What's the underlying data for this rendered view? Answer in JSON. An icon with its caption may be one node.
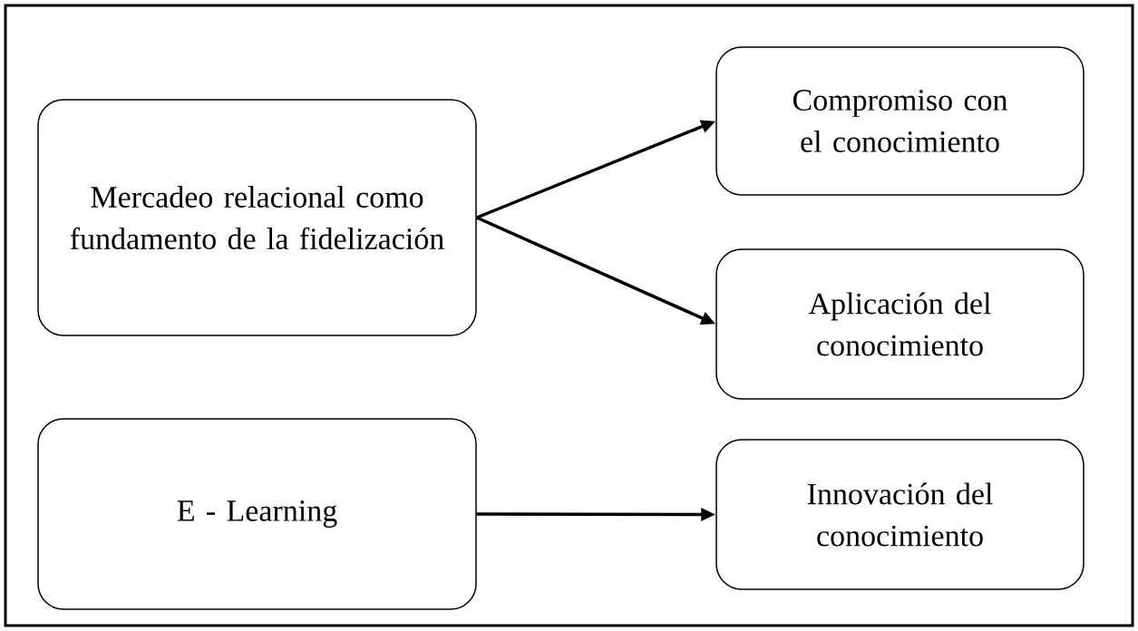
{
  "diagram": {
    "nodes": [
      {
        "text": [
          "Mercadeo relacional como fundamento de la fidelización"
        ]
      },
      {
        "text": [
          "Compromiso con el conocimiento"
        ]
      },
      {
        "text": [
          "Aplicación del conocimiento"
        ]
      },
      {
        "text": [
          "E - Learning"
        ]
      },
      {
        "text": [
          "Innovación del conocimiento"
        ]
      }
    ],
    "edges": [
      {
        "from": 0,
        "to": 1,
        "arrow": "to"
      },
      {
        "from": 0,
        "to": 2,
        "arrow": "to"
      },
      {
        "from": 3,
        "to": 4,
        "arrow": "to"
      }
    ]
  }
}
